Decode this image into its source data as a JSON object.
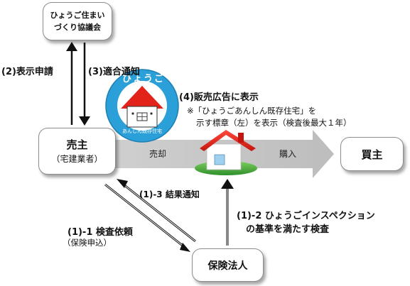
{
  "nodes": {
    "association": {
      "line1": "ひょうご住まい",
      "line2": "づくり協議会"
    },
    "seller": {
      "name": "売主",
      "sub": "（宅建業者）"
    },
    "buyer": {
      "name": "買主"
    },
    "insurer": {
      "name": "保険法人"
    }
  },
  "steps": {
    "s2": "(2)表示申請",
    "s3": "(3)適合通知",
    "s4": "(4)販売広告に表示",
    "s4_note1": "※「ひょうごあんしん既存住宅」を",
    "s4_note2": "示す標章（左）を表示（検査後最大１年）",
    "s1_1": "(1)-1 検査依頼",
    "s1_1_sub": "（保険申込）",
    "s1_2_line1": "(1)-2 ひょうごインスペクション",
    "s1_2_line2": "の基準を満たす検査",
    "s1_3": "(1)-3 結果通知"
  },
  "flow": {
    "sale": "売却",
    "purchase": "購入"
  },
  "emblem": {
    "top_text": "ひょうご",
    "bottom_text": "あんしん既存住宅"
  },
  "colors": {
    "arrow_gray": "#d3d3d3",
    "roof_red": "#e2231a",
    "emblem_blue": "#2b9fd8",
    "lawn_green": "#3aa335"
  }
}
